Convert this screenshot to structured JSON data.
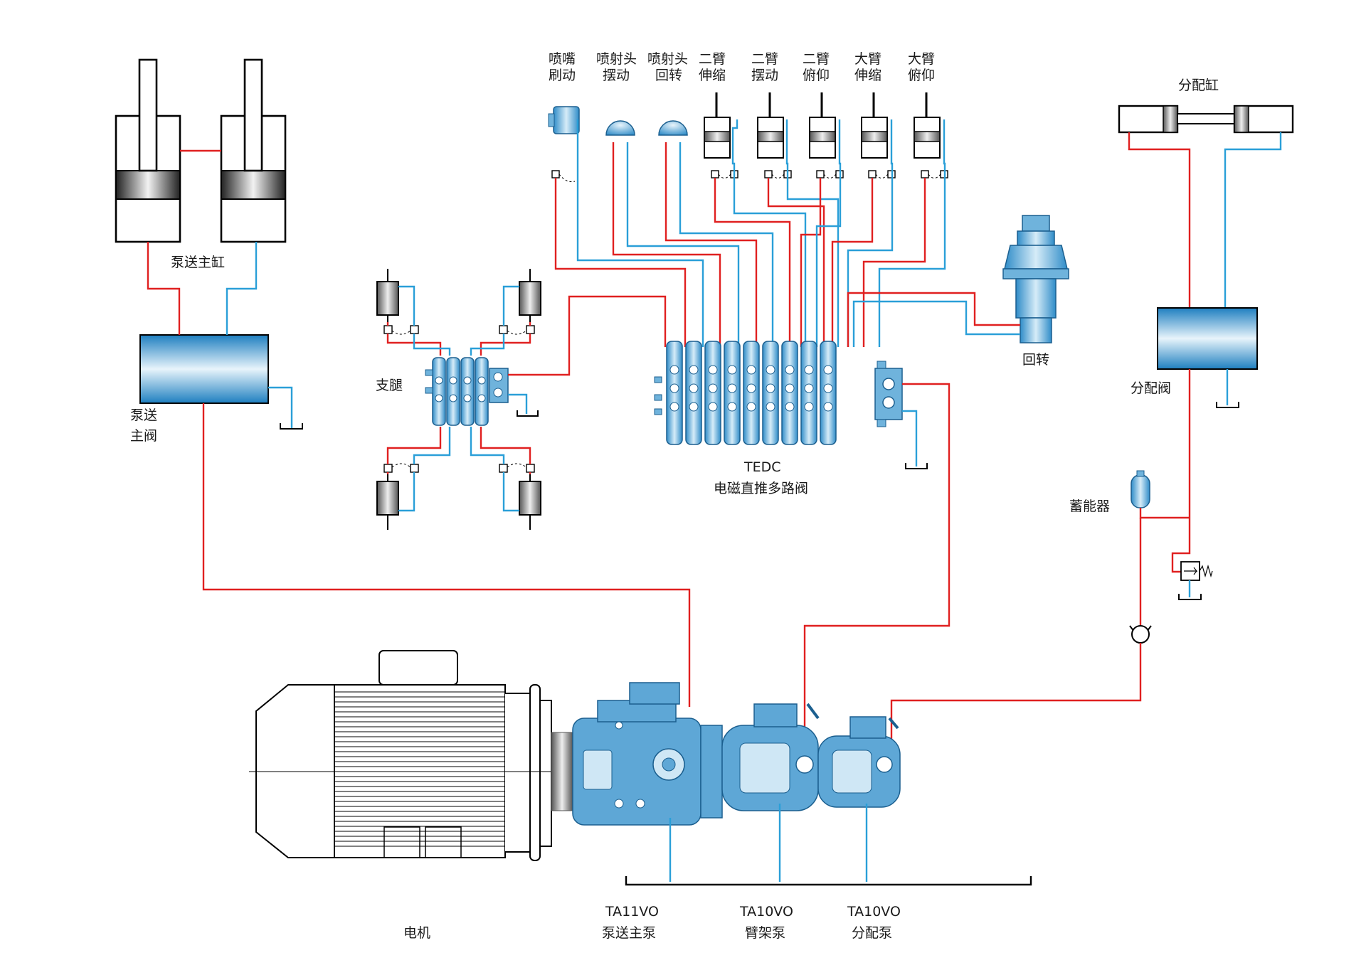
{
  "colors": {
    "pressure_line": "#e02020",
    "return_line": "#2a9fd8",
    "component_blue": "#6fb3dc",
    "outline": "#000000"
  },
  "labels": {
    "pump_cylinder": "泵送主缸",
    "pump_valve_line1": "泵送",
    "pump_valve_line2": "主阀",
    "outrigger": "支腿",
    "tedc": "TEDC",
    "tedc_desc": "电磁直推多路阀",
    "slewing": "回转",
    "dist_cylinder": "分配缸",
    "dist_valve": "分配阀",
    "accumulator": "蓄能器",
    "motor": "电机"
  },
  "actuators": [
    {
      "line1": "喷嘴",
      "line2": "刷动"
    },
    {
      "line1": "喷射头",
      "line2": "摆动"
    },
    {
      "line1": "喷射头",
      "line2": "回转"
    },
    {
      "line1": "二臂",
      "line2": "伸缩"
    },
    {
      "line1": "二臂",
      "line2": "摆动"
    },
    {
      "line1": "二臂",
      "line2": "俯仰"
    },
    {
      "line1": "大臂",
      "line2": "伸缩"
    },
    {
      "line1": "大臂",
      "line2": "俯仰"
    }
  ],
  "pumps": [
    {
      "model": "TA11VO",
      "name": "泵送主泵"
    },
    {
      "model": "TA10VO",
      "name": "臂架泵"
    },
    {
      "model": "TA10VO",
      "name": "分配泵"
    }
  ]
}
